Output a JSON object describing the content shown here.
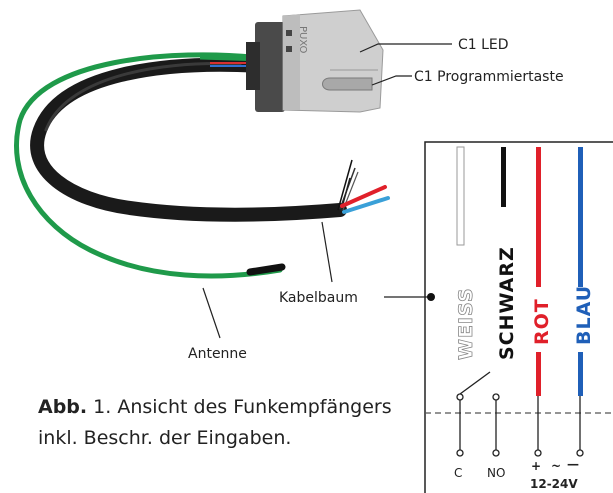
{
  "labels": {
    "led": "C1 LED",
    "prog_button": "C1 Programmiertaste",
    "harness": "Kabelbaum",
    "antenna": "Antenne"
  },
  "device": {
    "brand": "PUXO"
  },
  "wires": [
    {
      "name": "WEISS",
      "color": "#d8d8d8"
    },
    {
      "name": "SCHWARZ",
      "color": "#111111"
    },
    {
      "name": "ROT",
      "color": "#e0202a"
    },
    {
      "name": "BLAU",
      "color": "#1f5fb8"
    }
  ],
  "terminals": {
    "c": "C",
    "no": "NO",
    "plus": "+",
    "ac": "~",
    "minus": "—",
    "voltage": "12-24V"
  },
  "caption": {
    "prefix": "Abb.",
    "text": " 1. Ansicht des Funkempfängers inkl. Beschr. der Eingaben."
  },
  "colors": {
    "cable_black": "#1a1a1a",
    "antenna_green": "#1f9a4a",
    "device_grey": "#cfcfcf",
    "device_dark": "#4a4a4a"
  }
}
